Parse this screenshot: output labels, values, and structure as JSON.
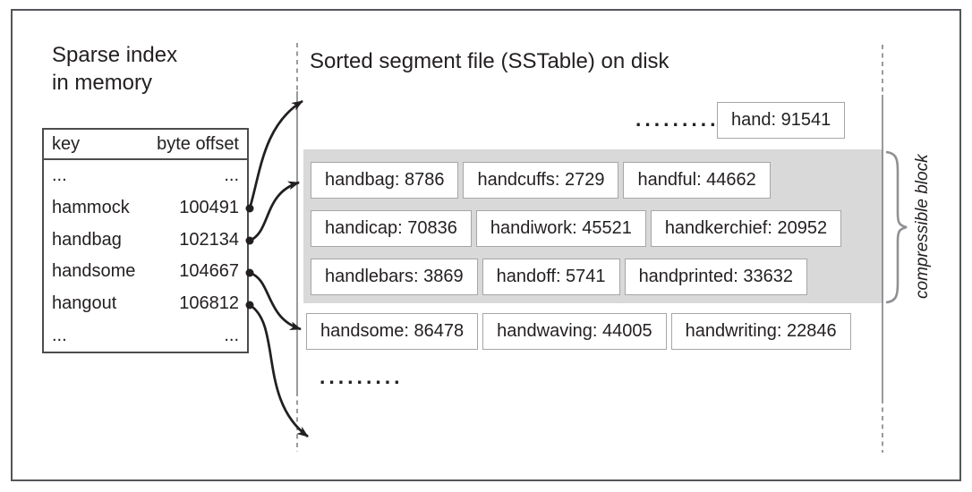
{
  "sparse_index": {
    "title": "Sparse index\nin memory",
    "table": {
      "headers": {
        "key": "key",
        "offset": "byte offset"
      },
      "rows": [
        {
          "key": "...",
          "offset": "..."
        },
        {
          "key": "hammock",
          "offset": "100491"
        },
        {
          "key": "handbag",
          "offset": "102134"
        },
        {
          "key": "handsome",
          "offset": "104667"
        },
        {
          "key": "hangout",
          "offset": "106812"
        },
        {
          "key": "...",
          "offset": "..."
        }
      ]
    }
  },
  "segment_file": {
    "title": "Sorted segment file (SSTable) on disk",
    "top_ellipsis": ".........",
    "top_entry": "hand: 91541",
    "block_rows": [
      [
        "handbag: 8786",
        "handcuffs: 2729",
        "handful: 44662"
      ],
      [
        "handicap: 70836",
        "handiwork: 45521",
        "handkerchief: 20952"
      ],
      [
        "handlebars: 3869",
        "handoff: 5741",
        "handprinted: 33632"
      ]
    ],
    "after_block_row": [
      "handsome: 86478",
      "handwaving: 44005",
      "handwriting: 22846"
    ],
    "bottom_ellipsis": ".........",
    "compressible_label": "compressible block"
  },
  "colors": {
    "ink": "#231f20",
    "frame": "#55565a",
    "table-border": "#4b4c4e",
    "box-border": "#a6a6a6",
    "block_bg": "#d9d9d9",
    "guide": "#7f8184",
    "brace": "#8f9194"
  }
}
